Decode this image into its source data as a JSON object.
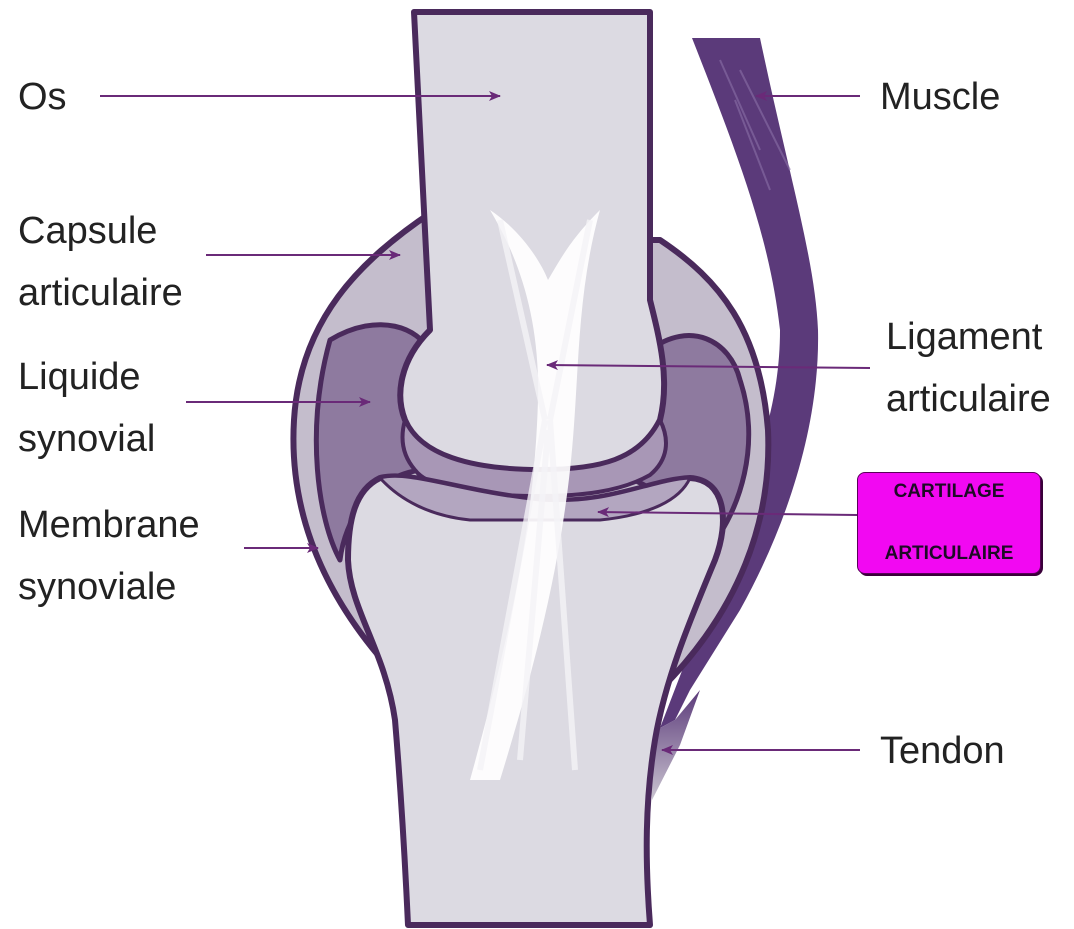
{
  "labels": {
    "os": "Os",
    "muscle": "Muscle",
    "capsule": [
      "Capsule",
      "articulaire"
    ],
    "ligament": [
      "Ligament",
      "articulaire"
    ],
    "liquide": [
      "Liquide",
      "synovial"
    ],
    "membrane": [
      "Membrane",
      "synoviale"
    ],
    "cartilage": [
      "CARTILAGE",
      "ARTICULAIRE"
    ],
    "tendon": "Tendon"
  },
  "colors": {
    "arrow": "#6a2a78",
    "outline": "#4a2a5c",
    "bone": "#dcdae2",
    "capsule_fill": "#c4bdcc",
    "synovial_fluid": "#8e7a9f",
    "muscle": "#5b3a7a",
    "highlight": "#f208f2"
  }
}
